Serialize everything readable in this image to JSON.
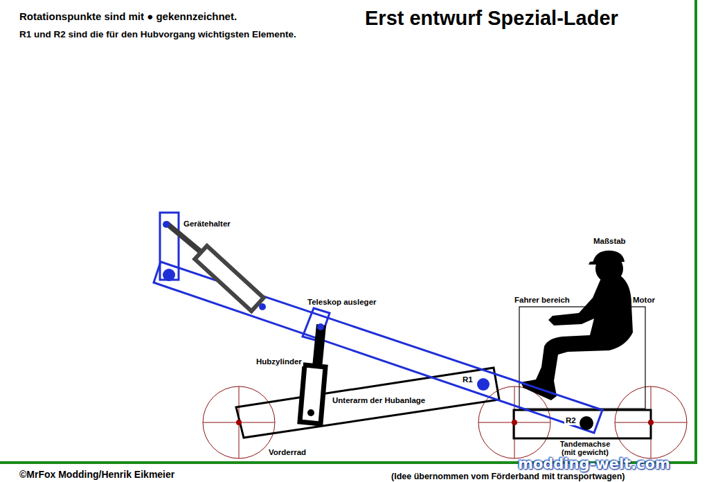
{
  "diagram": {
    "title": "Erst entwurf Spezial-Lader",
    "labels": [
      "Rotationspunkte sind mit ● gekennzeichnet.",
      "R1 und R2 sind die für den Hubvorgang wichtigsten Elemente.",
      "Gerätehalter",
      "Teleskop ausleger",
      "Hubzylinder",
      "Unterarm der Hubanlage",
      "R1",
      "Maßstab",
      "Fahrer bereich",
      "Motor",
      "R2",
      "Tandemachse (mit gewicht)",
      "Vorderrad",
      "©MrFox Modding/Henrik Eikmeier",
      "(Idee übernommen vom Förderband mit transportwagen)",
      "modding-welt.com"
    ]
  }
}
